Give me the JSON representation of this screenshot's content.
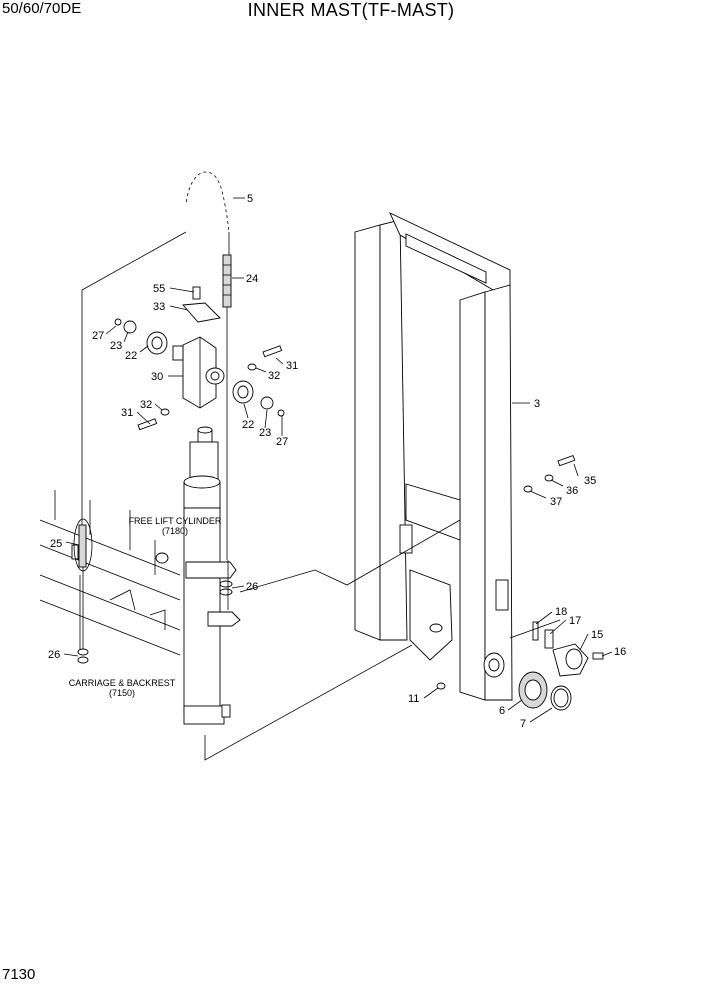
{
  "header": {
    "model": "50/60/70DE",
    "title": "INNER MAST(TF-MAST)"
  },
  "footer": {
    "page_number": "7130"
  },
  "callouts": {
    "c5": "5",
    "c24": "24",
    "c55": "55",
    "c33": "33",
    "c27a": "27",
    "c23a": "23",
    "c22a": "22",
    "c30": "30",
    "c31a": "31",
    "c32a": "32",
    "c31b": "31",
    "c32b": "32",
    "c22b": "22",
    "c23b": "23",
    "c27b": "27",
    "c3": "3",
    "c35": "35",
    "c36": "36",
    "c37": "37",
    "c25": "25",
    "c26a": "26",
    "c26b": "26",
    "c18": "18",
    "c17": "17",
    "c15": "15",
    "c16": "16",
    "c11": "11",
    "c6": "6",
    "c7": "7"
  },
  "notes": {
    "free_lift_line1": "FREE LIFT CYLINDER",
    "free_lift_line2": "(7180)",
    "carriage_line1": "CARRIAGE & BACKREST",
    "carriage_line2": "(7150)"
  }
}
